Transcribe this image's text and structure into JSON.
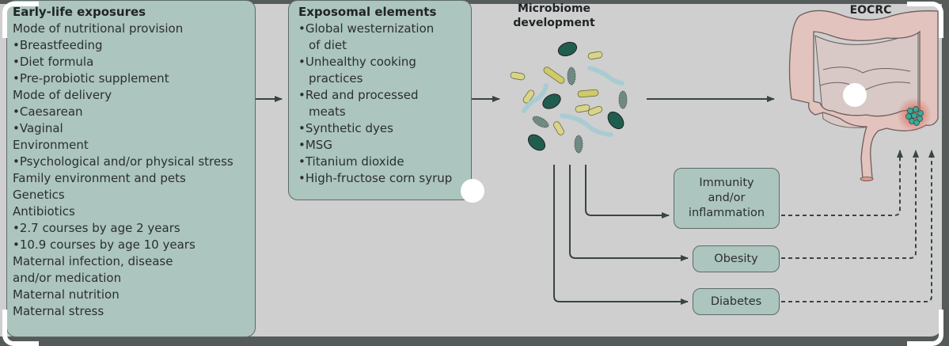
{
  "diagram": {
    "early_life": {
      "title": "Early-life exposures",
      "lines": [
        {
          "text": "Mode of nutritional provision",
          "bullet": false
        },
        {
          "text": "Breastfeeding",
          "bullet": true
        },
        {
          "text": "Diet formula",
          "bullet": true
        },
        {
          "text": "Pre-probiotic supplement",
          "bullet": true
        },
        {
          "text": "Mode of delivery",
          "bullet": false
        },
        {
          "text": "Caesarean",
          "bullet": true
        },
        {
          "text": "Vaginal",
          "bullet": true
        },
        {
          "text": "Environment",
          "bullet": false
        },
        {
          "text": "Psychological and/or physical stress",
          "bullet": true
        },
        {
          "text": "Family environment and pets",
          "bullet": false
        },
        {
          "text": "Genetics",
          "bullet": false
        },
        {
          "text": "Antibiotics",
          "bullet": false
        },
        {
          "text": "2.7 courses by age 2 years",
          "bullet": true
        },
        {
          "text": "10.9 courses by age 10 years",
          "bullet": true
        },
        {
          "text": "Maternal infection, disease",
          "bullet": false
        },
        {
          "text": "and/or medication",
          "bullet": false
        },
        {
          "text": "Maternal nutrition",
          "bullet": false
        },
        {
          "text": "Maternal stress",
          "bullet": false
        }
      ]
    },
    "exposomal": {
      "title": "Exposomal elements",
      "items": [
        {
          "text": "Global westernization",
          "cont": "of diet"
        },
        {
          "text": "Unhealthy cooking",
          "cont": "practices"
        },
        {
          "text": "Red and processed",
          "cont": "meats"
        },
        {
          "text": "Synthetic dyes",
          "cont": ""
        },
        {
          "text": "MSG",
          "cont": ""
        },
        {
          "text": "Titanium dioxide",
          "cont": ""
        },
        {
          "text": "High-fructose corn syrup",
          "cont": ""
        }
      ]
    },
    "microbiome": {
      "title_line1": "Microbiome",
      "title_line2": "development"
    },
    "eocrc": {
      "title": "EOCRC"
    },
    "outcomes": {
      "immunity": {
        "line1": "Immunity",
        "line2": "and/or",
        "line3": "inflammation"
      },
      "obesity": "Obesity",
      "diabetes": "Diabetes"
    },
    "bullet_glyph": "•",
    "colors": {
      "box_fill": "#acc5be",
      "background": "#cfcfcf",
      "arrow": "#3a4444",
      "colon": "#e2c3be",
      "tumor": "#3fa89a",
      "bacteria_dark": "#1f5e4f",
      "bacteria_yellow": "#d8d48a",
      "bacteria_chain": "#a9ccd2",
      "bacteria_grey": "#6f8a82"
    }
  }
}
